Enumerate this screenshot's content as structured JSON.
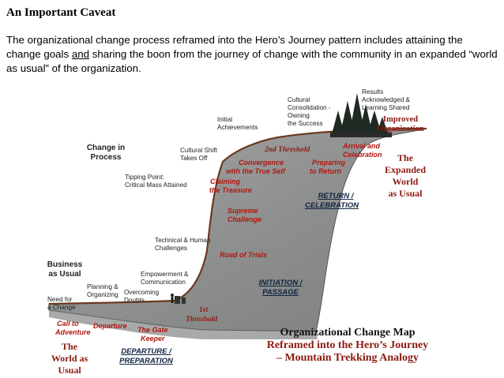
{
  "title": "An Important Caveat",
  "intro": {
    "part1": "The organizational change process reframed into the Hero’s Journey pattern includes attaining the change goals ",
    "underlined": "and",
    "part2": " sharing the boon from the journey of change with the community in an expanded “world as usual” of the organization."
  },
  "diagram": {
    "labels": {
      "results": "Results",
      "acknowledged": "Acknowledged &",
      "learning_shared": "Learning Shared",
      "cultural": "Cultural",
      "consolidation": "Consolidation -",
      "owning": "Owning",
      "the_success": "the Success",
      "initial": "Initial",
      "achievements": "Achievements",
      "change_in": "Change in",
      "process": "Process",
      "cultural_shift": "Cultural Shift",
      "takes_off": "Takes Off",
      "tipping_point": "Tipping Point:",
      "critical_mass": "Critical Mass Attained",
      "technical_human": "Technical & Human",
      "challenges": "Challenges",
      "empowerment": "Empowerment &",
      "communication": "Communication",
      "business": "Business",
      "as_usual": "as Usual",
      "planning": "Planning &",
      "organizing": "Organizing",
      "overcoming": "Overcoming",
      "doubts": "Doubts",
      "need_for": "Need for",
      "a_change": "a Change"
    },
    "red_labels": {
      "arrival_and": "Arrival and",
      "celebration": "Celebration",
      "convergence": "Convergence",
      "with_true_self": "with the True Self",
      "preparing": "Preparing",
      "to_return": "to Return",
      "claiming": "Claiming",
      "the_treasure": "the Treasure",
      "supreme": "Supreme",
      "challenge": "Challenge",
      "road_of_trials": "Road of Trials",
      "call_to": "Call to",
      "adventure": "Adventure",
      "departure": "Departure",
      "the_gate": "The Gate",
      "keeper": "Keeper"
    },
    "serif_labels": {
      "improved": "Improved",
      "organization": "Organization",
      "the": "The",
      "expanded": "Expanded",
      "world": "World",
      "as_usual": "as Usual",
      "left_the": "The",
      "left_world_as": "World as",
      "left_usual": "Usual"
    },
    "thresholds": {
      "second": "2nd Threshold",
      "first_num": "1st",
      "first_word": "Threshold"
    },
    "stages": {
      "return_1": "RETURN /",
      "return_2": "CELEBRATION",
      "initiation_1": "INITIATION /",
      "initiation_2": "PASSAGE",
      "departure_1": "DEPARTURE /",
      "departure_2": "PREPARATION"
    },
    "map_title": {
      "line1": "Organizational Change Map",
      "line2": "Reframed into the Hero’s Journey",
      "line3": "– Mountain Trekking Analogy"
    },
    "colors": {
      "accent_red": "#b0170f",
      "serif_red": "#8c1a10",
      "stage_navy": "#0f2340",
      "mountain_grey": "#8f9090",
      "trail_brown": "#6b3a1e",
      "tree_green": "#1e2a22"
    }
  }
}
